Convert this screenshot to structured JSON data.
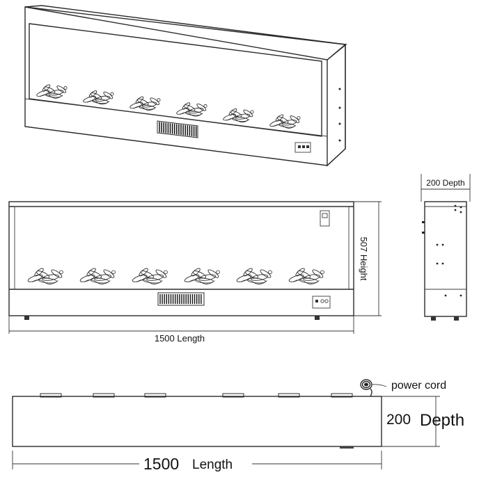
{
  "isometric_view": {},
  "front_view": {
    "length_label": "1500 Length",
    "height_label": "507 Height"
  },
  "side_view": {
    "depth_label": "200 Depth"
  },
  "top_view": {
    "power_cord_label": "power cord",
    "depth_value": "200",
    "depth_word": "Depth",
    "length_value": "1500",
    "length_word": "Length"
  }
}
